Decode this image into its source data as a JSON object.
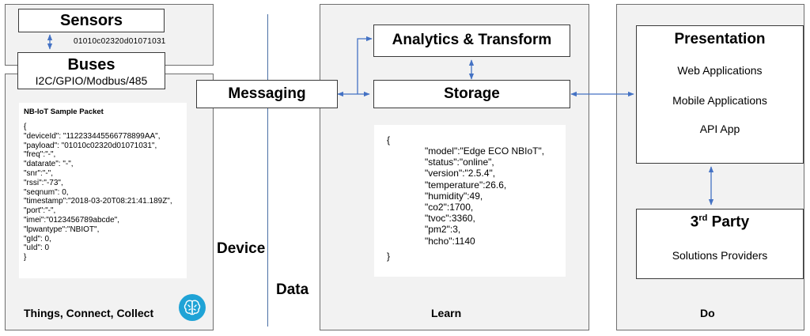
{
  "sensors": {
    "title": "Sensors",
    "bus_data": "01010c02320d01071031"
  },
  "buses": {
    "title": "Buses",
    "subtitle": "I2C/GPIO/Modbus/485"
  },
  "packet": {
    "title": "NB-IoT Sample Packet",
    "lines": [
      "{",
      "\"deviceId\": \"112233445566778899AA\",",
      "\"payload\": \"01010c02320d01071031\",",
      "\"freq\":\"-\",",
      "\"datarate\": \"-\",",
      "\"snr\":\"-\",",
      "\"rssi\":\"-73\",",
      "\"seqnum\": 0,",
      "\"timestamp\":\"2018-03-20T08:21:41.189Z\",",
      "\"port\":\"-\",",
      "\"imei\":\"0123456789abcde\",",
      "\"lpwantype\":\"NBIOT\",",
      "\"gId\": 0,",
      "\"uId\": 0",
      "}"
    ]
  },
  "things_label": "Things, Connect, Collect",
  "device_label": "Device",
  "data_label": "Data",
  "messaging": {
    "title": "Messaging"
  },
  "analytics": {
    "title": "Analytics & Transform"
  },
  "storage": {
    "title": "Storage"
  },
  "learn_label": "Learn",
  "storage_json": {
    "open": "{",
    "lines": [
      "\"model\":\"Edge ECO NBIoT\",",
      "\"status\":\"online\",",
      "\"version\":\"2.5.4\",",
      "\"temperature\":26.6,",
      "\"humidity\":49,",
      "\"co2\":1700,",
      "\"tvoc\":3360,",
      "\"pm2\":3,",
      "\"hcho\":1140"
    ],
    "close": "}"
  },
  "presentation": {
    "title": "Presentation",
    "items": [
      "Web Applications",
      "Mobile Applications",
      "API App"
    ]
  },
  "third_party": {
    "title_main": "3",
    "title_sup": "rd",
    "title_rest": " Party",
    "subtitle": "Solutions Providers"
  },
  "do_label": "Do",
  "colors": {
    "connector": "#4472c4",
    "brain_badge": "#1fa3d6"
  }
}
